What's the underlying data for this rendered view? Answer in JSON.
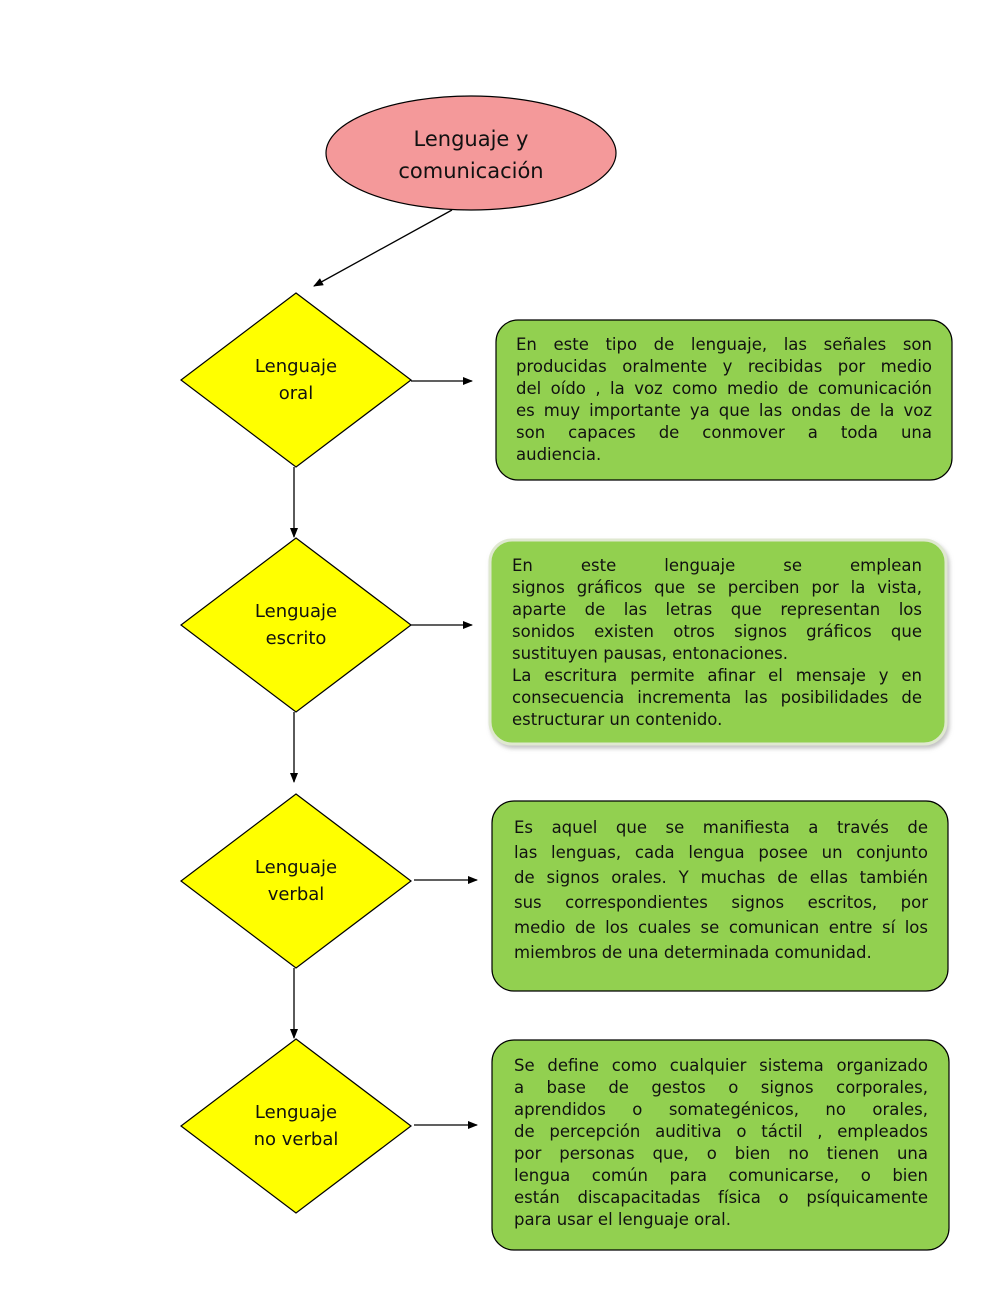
{
  "root": {
    "title_line1": "Lenguaje y",
    "title_line2": "comunicación"
  },
  "nodes": [
    {
      "line1": "Lenguaje",
      "line2": "oral",
      "description": [
        "En este tipo de lenguaje, las señales son",
        "producidas oralmente y recibidas por medio",
        "del oído , la voz como medio de comunicación",
        "es muy importante ya que las ondas de la voz",
        "son capaces de conmover a toda una",
        "audiencia."
      ]
    },
    {
      "line1": "Lenguaje",
      "line2": "escrito",
      "description": [
        "En este lenguaje se emplean",
        "signos gráficos que se perciben por la vista,",
        "aparte de las letras que representan los",
        "sonidos existen otros signos gráficos que",
        "sustituyen pausas, entonaciones.",
        "La escritura permite afinar el mensaje y en",
        "consecuencia incrementa las posibilidades de",
        "estructurar un contenido."
      ]
    },
    {
      "line1": "Lenguaje",
      "line2": "verbal",
      "description": [
        "Es aquel que se manifiesta a través de",
        "las lenguas, cada lengua posee un conjunto",
        "de signos orales. Y muchas de ellas también",
        "sus correspondientes signos escritos, por",
        "medio de los cuales se comunican entre sí los",
        "miembros de una determinada comunidad."
      ]
    },
    {
      "line1": "Lenguaje",
      "line2": "no verbal",
      "description": [
        "Se define como cualquier sistema organizado",
        "a base de gestos o signos corporales,",
        "aprendidos o somategénicos, no orales,",
        "de percepción auditiva o táctil , empleados",
        "por personas que, o bien no tienen una",
        "lengua común para comunicarse, o bien",
        "están discapacitadas física o psíquicamente",
        "para usar el lenguaje oral."
      ]
    }
  ],
  "colors": {
    "oval_fill": "#f4999a",
    "diamond_fill": "#ffff00",
    "box_fill": "#92d050",
    "stroke": "#000000"
  }
}
